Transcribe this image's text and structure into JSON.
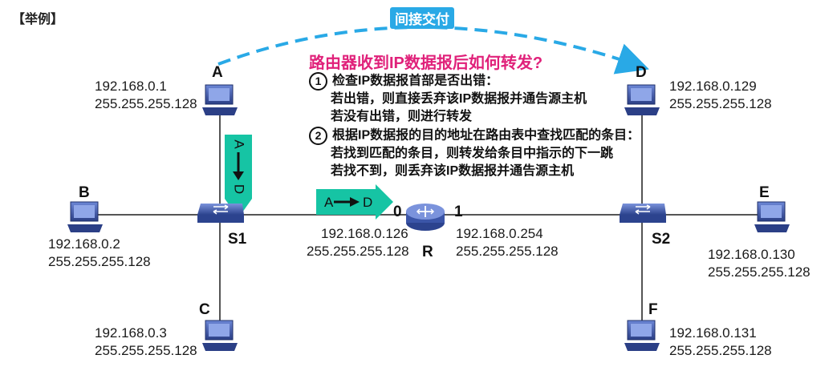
{
  "example_label": "【举例】",
  "indirect_delivery": "间接交付",
  "question": "路由器收到IP数据报后如何转发?",
  "steps": [
    {
      "num": "1",
      "lines": [
        "检查IP数据报首部是否出错：",
        "若出错，则直接丢弃该IP数据报并通告源主机",
        "若没有出错，则进行转发"
      ]
    },
    {
      "num": "2",
      "lines": [
        "根据IP数据报的目的地址在路由表中查找匹配的条目：",
        "若找到匹配的条目，则转发给条目中指示的下一跳",
        "若找不到，则丢弃该IP数据报并通告源主机"
      ]
    }
  ],
  "hosts": {
    "A": {
      "letter": "A",
      "ip": "192.168.0.1",
      "mask": "255.255.255.128"
    },
    "B": {
      "letter": "B",
      "ip": "192.168.0.2",
      "mask": "255.255.255.128"
    },
    "C": {
      "letter": "C",
      "ip": "192.168.0.3",
      "mask": "255.255.255.128"
    },
    "D": {
      "letter": "D",
      "ip": "192.168.0.129",
      "mask": "255.255.255.128"
    },
    "E": {
      "letter": "E",
      "ip": "192.168.0.130",
      "mask": "255.255.255.128"
    },
    "F": {
      "letter": "F",
      "ip": "192.168.0.131",
      "mask": "255.255.255.128"
    }
  },
  "switches": {
    "S1": "S1",
    "S2": "S2"
  },
  "router": {
    "name": "R",
    "port0": {
      "num": "0",
      "ip": "192.168.0.126",
      "mask": "255.255.255.128"
    },
    "port1": {
      "num": "1",
      "ip": "192.168.0.254",
      "mask": "255.255.255.128"
    }
  },
  "arrow_vertical": {
    "src": "A",
    "dst": "D"
  },
  "arrow_horizontal": {
    "src": "A",
    "dst": "D"
  },
  "colors": {
    "link": "#555555",
    "dashed_arrow": "#29a9e6",
    "teal_arrow": "#16c4a4",
    "question": "#e0217a",
    "device": "#3b55a8"
  }
}
